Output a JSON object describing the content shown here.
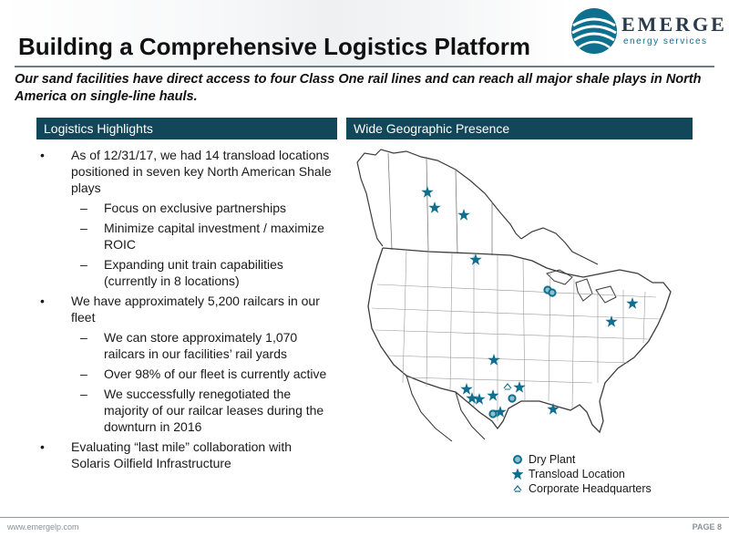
{
  "title": "Building a Comprehensive Logistics Platform",
  "logo": {
    "word": "EMERGE",
    "sub": "energy services"
  },
  "subtitle": "Our sand facilities have direct access to four Class One rail lines and can reach all major shale plays in North America on single-line hauls.",
  "left": {
    "header": "Logistics Highlights",
    "items": [
      {
        "text": "As of 12/31/17, we had 14 transload locations positioned in seven key North American Shale plays",
        "sub": [
          "Focus on exclusive partnerships",
          "Minimize capital investment / maximize ROIC",
          "Expanding unit train capabilities (currently in 8 locations)"
        ]
      },
      {
        "text": "We have approximately 5,200 railcars in our fleet",
        "sub": [
          "We can store approximately 1,070 railcars in our facilities’ rail yards",
          "Over 98% of our fleet is currently active",
          "We successfully renegotiated the majority of our railcar leases during the downturn in 2016"
        ]
      },
      {
        "text": "Evaluating “last mile” collaboration with Solaris Oilfield Infrastructure",
        "sub": []
      }
    ]
  },
  "right": {
    "header": "Wide Geographic Presence"
  },
  "legend": {
    "dry_plant": "Dry Plant",
    "transload": "Transload Location",
    "hq": "Corporate Headquarters"
  },
  "colors": {
    "header_bg": "#12475a",
    "marker": "#0f6f8f"
  },
  "footer": {
    "url": "www.emergelp.com",
    "page": "PAGE 8"
  }
}
